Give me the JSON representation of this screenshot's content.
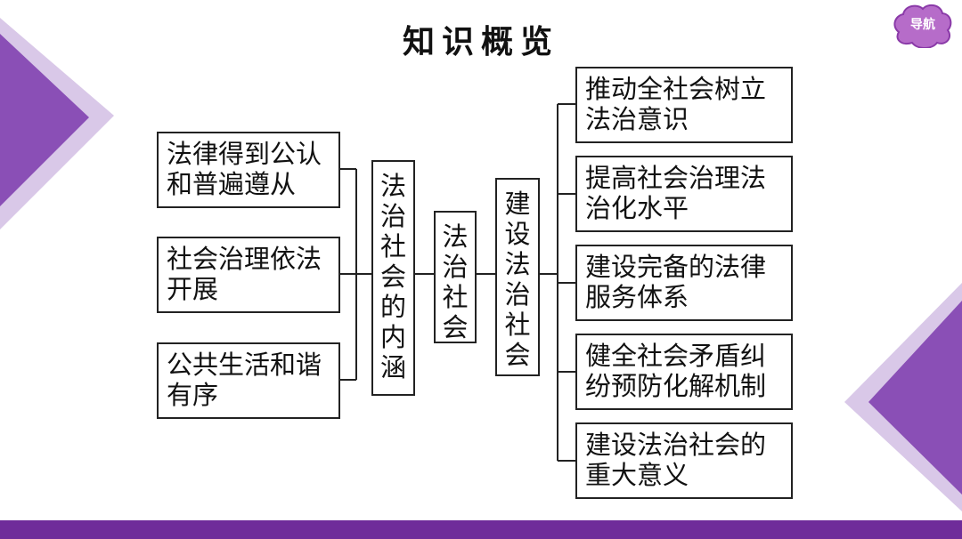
{
  "title": "知识概览",
  "nav_button": {
    "label": "导航",
    "icon": "cloud-shape"
  },
  "colors": {
    "accent_purple": "#7b3fa8",
    "light_purple": "#c9b2de",
    "bottom_bar": "#6f2c9a",
    "line": "#222222"
  },
  "diagram": {
    "left_items": [
      "法律得到公认和普遍遵从",
      "社会治理依法开展",
      "公共生活和谐有序"
    ],
    "inner_meaning": "法治社会的内涵",
    "center": "法治社会",
    "build": "建设法治社会",
    "right_items": [
      "推动全社会树立法治意识",
      "提高社会治理法治化水平",
      "建设完备的法律服务体系",
      "健全社会矛盾纠纷预防化解机制",
      "建设法治社会的重大意义"
    ]
  }
}
